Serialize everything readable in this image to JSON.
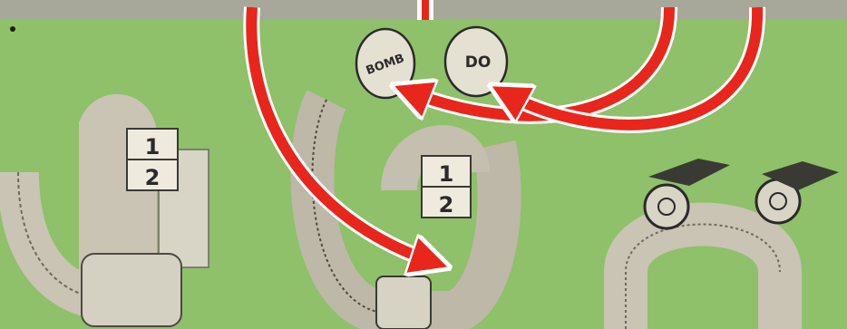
{
  "colors": {
    "background": "#8fc06a",
    "top_band": "#a8a89a",
    "arrow_red": "#e8261c",
    "arrow_outline": "#ffffff",
    "strap": "#c9c4b4",
    "strap_dark": "#6d6a60"
  },
  "labels": {
    "cap_left": "BOMB",
    "cap_right": "DO",
    "tag_left_top": "1",
    "tag_left_bottom": "2",
    "tag_center_top": "1",
    "tag_center_bottom": "2"
  },
  "icons": [
    "curved-red-arrow",
    "wrist-band",
    "earphone",
    "numbered-tag"
  ]
}
